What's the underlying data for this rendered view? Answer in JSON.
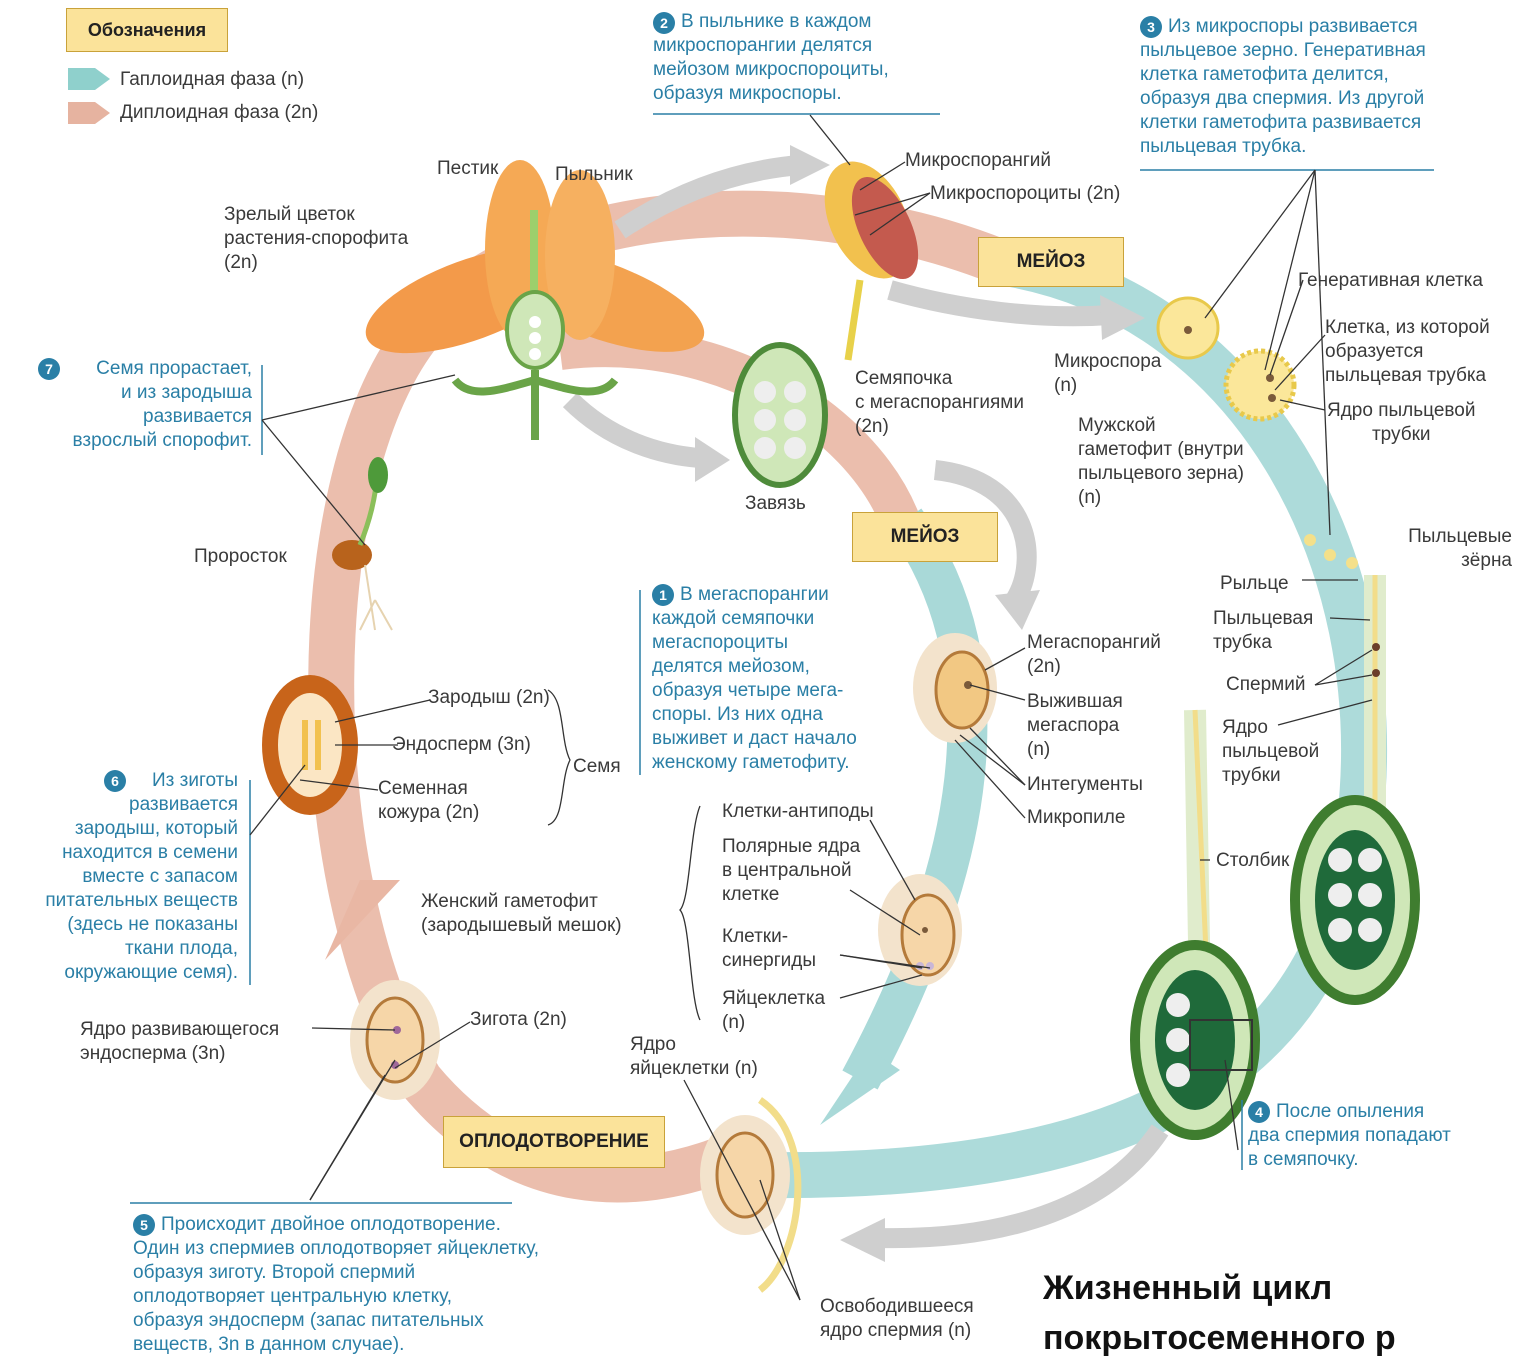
{
  "title": "Жизненный цикл\nпокрытосеменного р",
  "legend": {
    "title": "Обозначения",
    "haploid": "Гаплоидная фаза (n)",
    "diploid": "Диплоидная фаза (2n)",
    "haploid_color": "#8fd0cc",
    "diploid_color": "#e6b3a0"
  },
  "phases": {
    "meiosis_top": "МЕЙОЗ",
    "meiosis_inner": "МЕЙОЗ",
    "fertilization": "ОПЛОДОТВОРЕНИЕ"
  },
  "steps": {
    "s1": {
      "num": "1",
      "text": "В мегаспорангии\nкаждой семяпочки\nмегаспороциты\nделятся мейозом,\nобразуя четыре мега-\nспоры. Из них одна\nвыживет и даст начало\nженскому гаметофиту."
    },
    "s2": {
      "num": "2",
      "text": "В пыльнике в каждом\nмикроспорангии делятся\nмейозом микроспороциты,\nобразуя микроспоры."
    },
    "s3": {
      "num": "3",
      "text": "Из микроспоры развивается\nпыльцевое зерно. Генеративная\nклетка гаметофита делится,\nобразуя два спермия. Из другой\nклетки гаметофита развивается\nпыльцевая трубка."
    },
    "s4": {
      "num": "4",
      "text": "После опыления\nдва спермия попадают\nв семяпочку."
    },
    "s5": {
      "num": "5",
      "text": "Происходит двойное оплодотворение.\nОдин из спермиев оплодотворяет яйцеклетку,\nобразуя зиготу. Второй спермий\nоплодотворяет центральную клетку,\nобразуя эндосперм (запас питательных\nвеществ, 3n в данном случае)."
    },
    "s6": {
      "num": "6",
      "text": "Из зиготы\nразвивается\nзародыш, который\nнаходится в семени\nвместе с запасом\nпитательных веществ\n(здесь не показаны\nткани плода,\nокружающие семя)."
    },
    "s7": {
      "num": "7",
      "text": "Семя прорастает,\nи из зародыша\nразвивается\nвзрослый спорофит."
    }
  },
  "labels": {
    "pistil": "Пестик",
    "anther": "Пыльник",
    "mature_flower": "Зрелый цветок\nрастения-спорофита\n(2n)",
    "microsporangium": "Микроспорангий",
    "microsporocytes": "Микроспороциты (2n)",
    "generative_cell": "Генеративная клетка",
    "tube_cell": "Клетка, из которой\nобразуется\nпыльцевая трубка",
    "tube_nucleus": "Ядро пыльцевой\nтрубки",
    "microspore": "Микроспора\n(n)",
    "ovule": "Семяпочка\nс мегаспорангиями\n(2n)",
    "male_gametophyte": "Мужской\nгаметофит (внутри\nпыльцевого зерна)\n(n)",
    "ovary": "Завязь",
    "seedling": "Проросток",
    "pollen_grains": "Пыльцевые\nзёрна",
    "stigma": "Рыльце",
    "pollen_tube": "Пыльцевая\nтрубка",
    "megasporangium": "Мегаспорангий\n(2n)",
    "sperm": "Спермий",
    "embryo": "Зародыш (2n)",
    "surviving_megaspore": "Выжившая\nмегаспора\n(n)",
    "tube_nucleus_2": "Ядро\nпыльцевой\nтрубки",
    "endosperm": "Эндосперм (3n)",
    "seed": "Семя",
    "integuments": "Интегументы",
    "seed_coat": "Семенная\nкожура (2n)",
    "antipodal_cells": "Клетки-антиподы",
    "micropyle": "Микропиле",
    "polar_nuclei": "Полярные ядра\nв центральной\nклетке",
    "style": "Столбик",
    "female_gametophyte": "Женский гаметофит\n(зародышевый мешок)",
    "synergids": "Клетки-\nсинергиды",
    "egg_cell": "Яйцеклетка\n(n)",
    "zygote": "Зигота (2n)",
    "endosperm_nucleus": "Ядро развивающегося\nэндосперма (3n)",
    "egg_nucleus": "Ядро\nяйцеклетки (n)",
    "released_sperm": "Освободившееся\nядро спермия (n)"
  }
}
